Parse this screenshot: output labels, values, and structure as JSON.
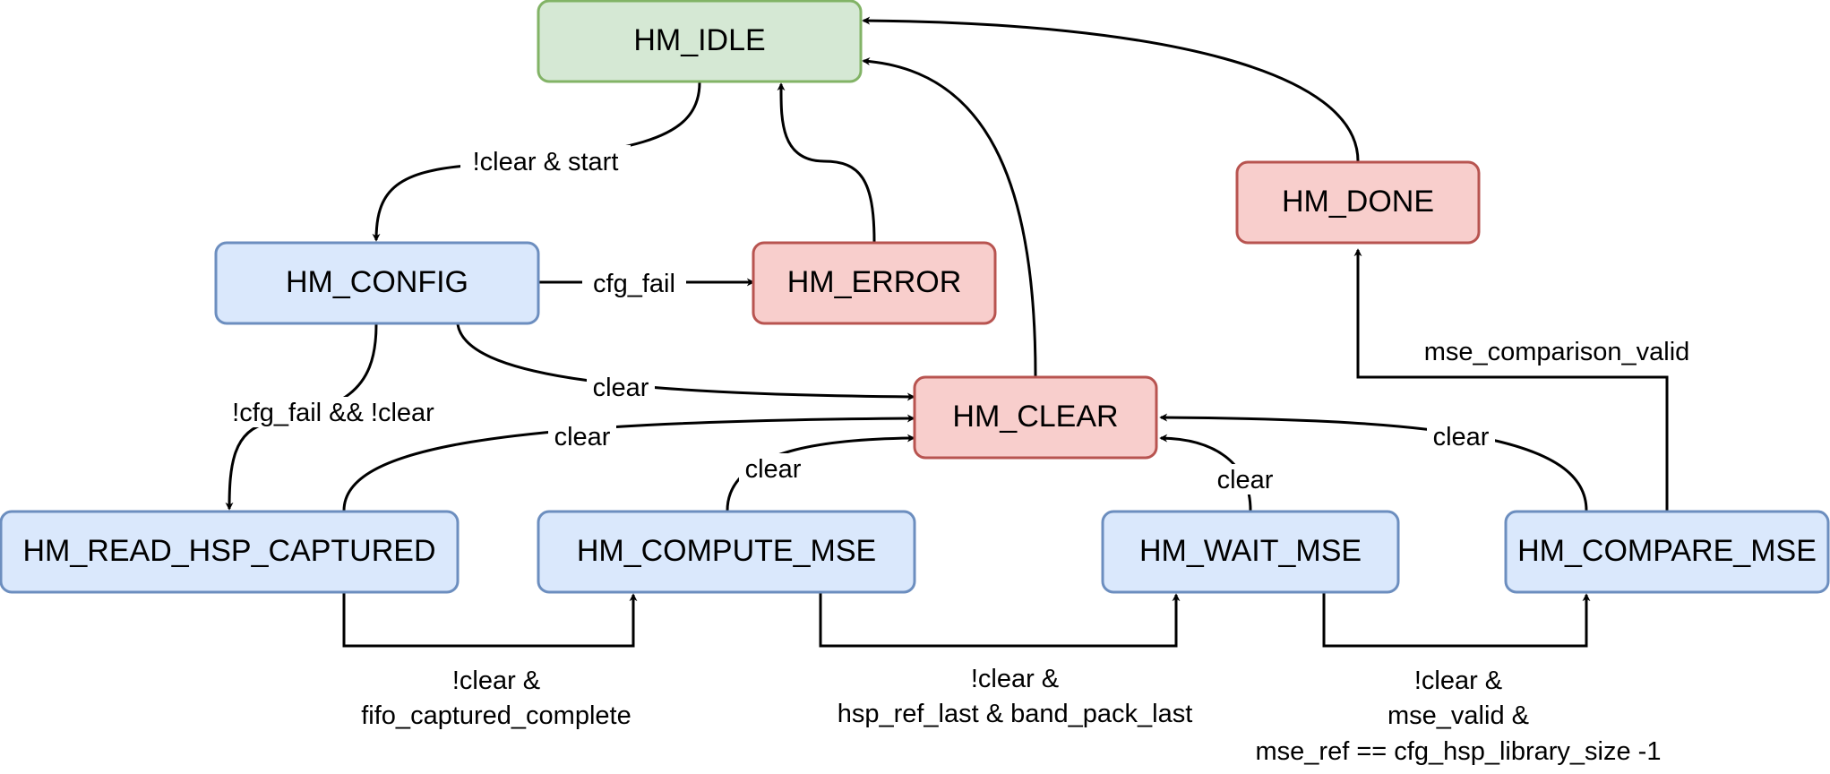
{
  "colors": {
    "idle_fill": "#d5e8d4",
    "idle_stroke": "#82b366",
    "error_fill": "#f8cecc",
    "error_stroke": "#b85450",
    "normal_fill": "#dae8fc",
    "normal_stroke": "#6c8ebf",
    "edge": "#000000"
  },
  "states": {
    "idle": "HM_IDLE",
    "config": "HM_CONFIG",
    "error": "HM_ERROR",
    "done": "HM_DONE",
    "clear": "HM_CLEAR",
    "read_hsp_captured": "HM_READ_HSP_CAPTURED",
    "compute_mse": "HM_COMPUTE_MSE",
    "wait_mse": "HM_WAIT_MSE",
    "compare_mse": "HM_COMPARE_MSE"
  },
  "transitions": {
    "idle_to_config": "!clear & start",
    "config_to_error": "cfg_fail",
    "config_to_clear": "clear",
    "config_to_read": "!cfg_fail && !clear",
    "read_to_clear": "clear",
    "compute_to_clear": "clear",
    "wait_to_clear": "clear",
    "compare_to_clear": "clear",
    "compare_to_done": "mse_comparison_valid",
    "read_to_compute": [
      "!clear &",
      "fifo_captured_complete"
    ],
    "compute_to_wait": [
      "!clear &",
      "hsp_ref_last & band_pack_last"
    ],
    "wait_to_compare": [
      "!clear &",
      "mse_valid &",
      "mse_ref == cfg_hsp_library_size -1"
    ]
  }
}
